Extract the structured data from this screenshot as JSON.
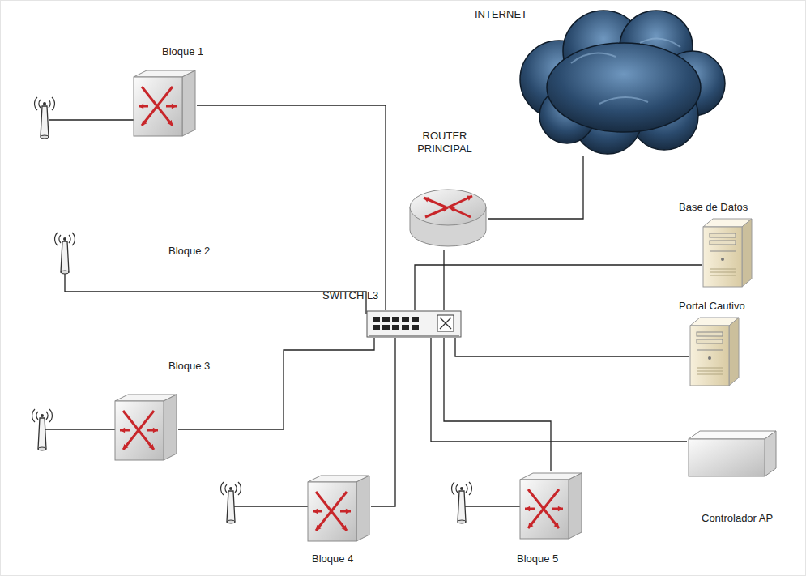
{
  "diagram": {
    "nodes": [
      {
        "text": [
          "INTERNET"
        ]
      },
      {
        "text": [
          "ROUTER PRINCIPAL"
        ]
      },
      {
        "text": [
          "Bloque 1"
        ]
      },
      {
        "text": [
          "Base de Datos"
        ]
      },
      {
        "text": [
          "SWITCH L3"
        ]
      },
      {
        "text": [
          "Portal Cautivo"
        ]
      },
      {
        "text": [
          "Bloque 3"
        ]
      },
      {
        "text": [
          "Controlador AP"
        ]
      },
      {
        "text": [
          "Bloque 4"
        ]
      },
      {
        "text": [
          "Bloque 5"
        ]
      }
    ],
    "edges": [
      {
        "from": 0,
        "to": 1,
        "arrow": "none"
      },
      {
        "from": 1,
        "to": 4,
        "arrow": "none"
      },
      {
        "from": 4,
        "to": 3,
        "arrow": "none"
      },
      {
        "from": 4,
        "to": 5,
        "arrow": "none"
      },
      {
        "from": 4,
        "to": 7,
        "arrow": "none"
      },
      {
        "from": 4,
        "to": 2,
        "arrow": "none"
      },
      {
        "from": 4,
        "to": 6,
        "arrow": "none"
      },
      {
        "from": 4,
        "to": 8,
        "arrow": "none"
      },
      {
        "from": 4,
        "to": 9,
        "arrow": "none"
      }
    ],
    "labels": [
      "Bloque 2"
    ]
  }
}
